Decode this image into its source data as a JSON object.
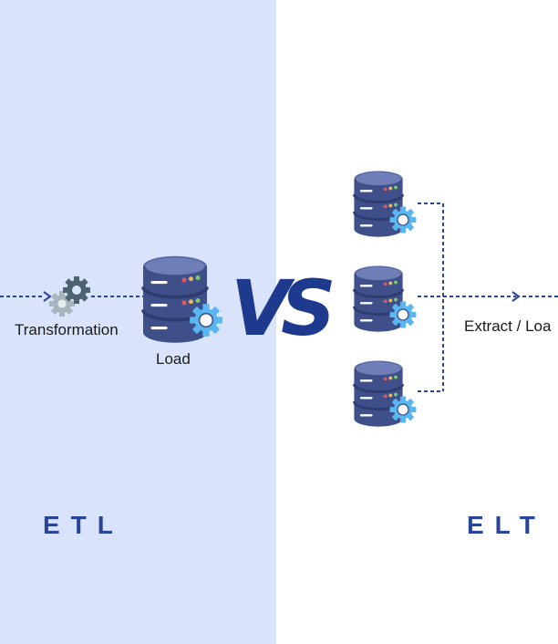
{
  "etl": {
    "title": "ETL",
    "transformation_label": "Transformation",
    "load_label": "Load"
  },
  "elt": {
    "title": "ELT",
    "extract_load_label": "Extract / Loa"
  },
  "vs_label": "VS",
  "colors": {
    "left_background": "#d9e4fc",
    "right_background": "#ffffff",
    "accent_blue": "#2a4598",
    "database_body": "#3f4f8a",
    "gear_light_blue": "#5ab6f0",
    "gear_dark": "#4d6470",
    "gear_gray": "#a9b5bd"
  },
  "icons": {
    "left_database": "database-icon",
    "left_gears": "gears-icon",
    "right_databases": "database-icon",
    "gear": "gear-icon",
    "arrow": "arrow-right-icon"
  }
}
